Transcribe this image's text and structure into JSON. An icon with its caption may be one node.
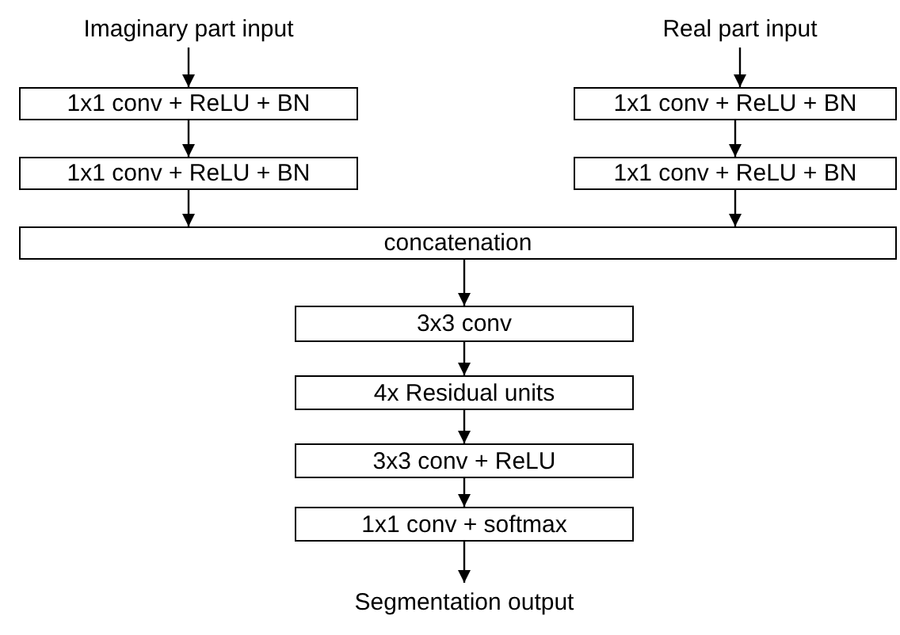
{
  "diagram": {
    "nodes": [
      {
        "text": [
          "Imaginary part input"
        ]
      },
      {
        "text": [
          "Real part input"
        ]
      },
      {
        "text": [
          "1x1 conv + ReLU + BN"
        ]
      },
      {
        "text": [
          "1x1 conv + ReLU + BN"
        ]
      },
      {
        "text": [
          "1x1 conv + ReLU + BN"
        ]
      },
      {
        "text": [
          "1x1 conv + ReLU + BN"
        ]
      },
      {
        "text": [
          "concatenation"
        ]
      },
      {
        "text": [
          "3x3 conv"
        ]
      },
      {
        "text": [
          "4x Residual units"
        ]
      },
      {
        "text": [
          "3x3 conv + ReLU"
        ]
      },
      {
        "text": [
          "1x1 conv + softmax"
        ]
      },
      {
        "text": [
          "Segmentation output"
        ]
      }
    ],
    "edges": [
      {
        "from": 0,
        "to": 2,
        "arrow": "to"
      },
      {
        "from": 2,
        "to": 4,
        "arrow": "to"
      },
      {
        "from": 4,
        "to": 6,
        "arrow": "to"
      },
      {
        "from": 1,
        "to": 3,
        "arrow": "to"
      },
      {
        "from": 3,
        "to": 5,
        "arrow": "to"
      },
      {
        "from": 5,
        "to": 6,
        "arrow": "to"
      },
      {
        "from": 6,
        "to": 7,
        "arrow": "to"
      },
      {
        "from": 7,
        "to": 8,
        "arrow": "to"
      },
      {
        "from": 8,
        "to": 9,
        "arrow": "to"
      },
      {
        "from": 9,
        "to": 10,
        "arrow": "to"
      },
      {
        "from": 10,
        "to": 11,
        "arrow": "to"
      }
    ]
  }
}
